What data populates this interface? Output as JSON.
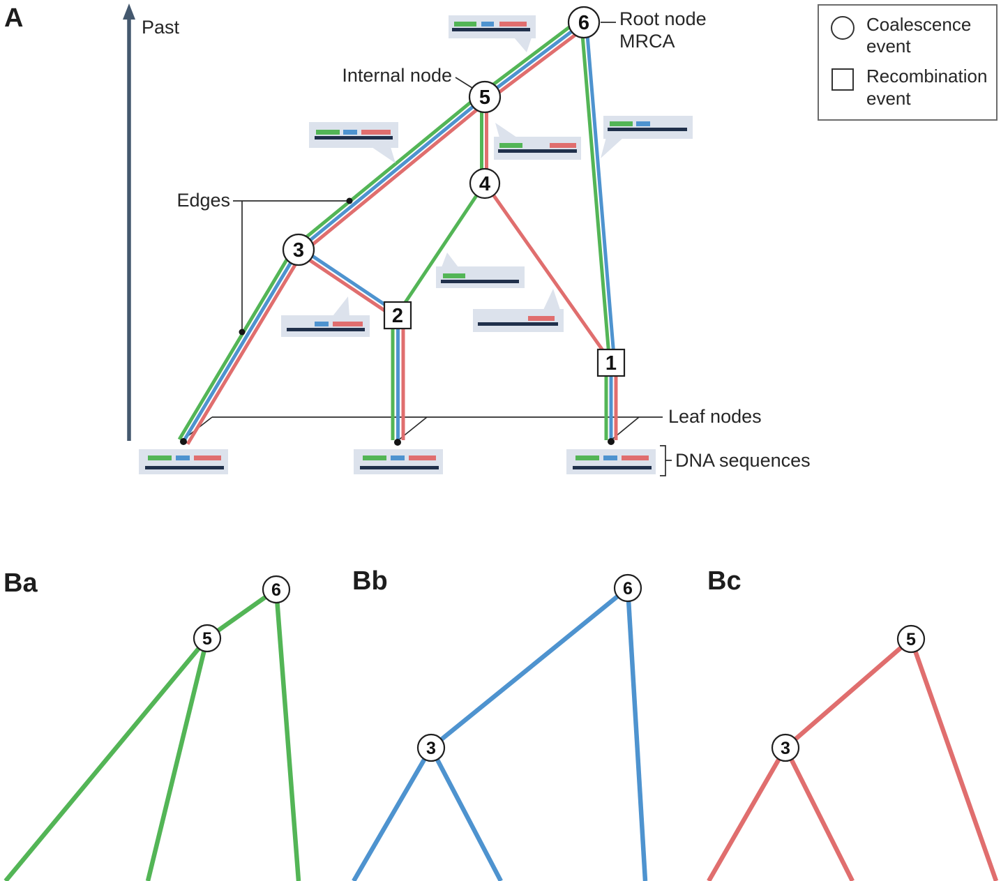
{
  "colors": {
    "green": "#53b556",
    "blue": "#4e93cf",
    "red": "#e06e6e",
    "navy": "#20304b",
    "axis": "#44586e",
    "callout_bg": "#dce2ec",
    "annotation": "#2b2b2b",
    "node_stroke": "#1f1f1f",
    "legend_border": "#6b6b6b",
    "text": "#262626"
  },
  "panelA": {
    "label": "A",
    "axis_label": "Past",
    "labels": {
      "edges": "Edges",
      "internal_node": "Internal node",
      "root_node": "Root node",
      "mrca": "MRCA",
      "leaf_nodes": "Leaf nodes",
      "dna_sequences": "DNA sequences"
    },
    "nodes": [
      {
        "label": "6",
        "type": "coalescence"
      },
      {
        "label": "5",
        "type": "coalescence"
      },
      {
        "label": "4",
        "type": "coalescence"
      },
      {
        "label": "3",
        "type": "coalescence"
      },
      {
        "label": "2",
        "type": "recombination"
      },
      {
        "label": "1",
        "type": "recombination"
      }
    ],
    "edges": [
      {
        "from": "leaf-a",
        "to": "3",
        "carries": [
          "green",
          "blue",
          "red"
        ]
      },
      {
        "from": "3",
        "to": "5",
        "carries": [
          "green",
          "blue",
          "red"
        ]
      },
      {
        "from": "5",
        "to": "6",
        "carries": [
          "green",
          "blue",
          "red"
        ]
      },
      {
        "from": "2",
        "to": "3",
        "carries": [
          "blue",
          "red"
        ]
      },
      {
        "from": "2",
        "to": "4",
        "carries": [
          "green"
        ]
      },
      {
        "from": "4",
        "to": "5",
        "carries": [
          "green",
          "red"
        ]
      },
      {
        "from": "1",
        "to": "4",
        "carries": [
          "red"
        ]
      },
      {
        "from": "1",
        "to": "6",
        "carries": [
          "green",
          "blue"
        ]
      },
      {
        "from": "leaf-b",
        "to": "2",
        "carries": [
          "green",
          "blue",
          "red"
        ]
      },
      {
        "from": "leaf-c",
        "to": "1",
        "carries": [
          "green",
          "blue",
          "red"
        ]
      }
    ],
    "sequence_callouts": [
      {
        "on_edge": "3-5",
        "segments": [
          "green",
          "blue",
          "red"
        ]
      },
      {
        "on_edge": "5-6",
        "segments": [
          "green",
          "blue",
          "red"
        ]
      },
      {
        "on_edge": "1-6",
        "segments": [
          "green",
          "blue"
        ]
      },
      {
        "on_edge": "4-5",
        "segments": [
          "green",
          "red"
        ]
      },
      {
        "on_edge": "2-4",
        "segments": [
          "green"
        ]
      },
      {
        "on_edge": "1-4",
        "segments": [
          "red"
        ]
      },
      {
        "on_edge": "2-3",
        "segments": [
          "blue",
          "red"
        ]
      }
    ],
    "leaf_sequences": [
      {
        "leaf": "a",
        "segments": [
          "green",
          "blue",
          "red"
        ]
      },
      {
        "leaf": "b",
        "segments": [
          "green",
          "blue",
          "red"
        ]
      },
      {
        "leaf": "c",
        "segments": [
          "green",
          "blue",
          "red"
        ]
      }
    ]
  },
  "legend": {
    "items": [
      {
        "symbol": "circle",
        "label": "Coalescence event"
      },
      {
        "symbol": "square",
        "label": "Recombination event"
      }
    ]
  },
  "panelB": {
    "trees": [
      {
        "label": "Ba",
        "color": "green",
        "nodes": [
          {
            "label": "5"
          },
          {
            "label": "6"
          }
        ]
      },
      {
        "label": "Bb",
        "color": "blue",
        "nodes": [
          {
            "label": "3"
          },
          {
            "label": "6"
          }
        ]
      },
      {
        "label": "Bc",
        "color": "red",
        "nodes": [
          {
            "label": "3"
          },
          {
            "label": "5"
          }
        ]
      }
    ]
  }
}
